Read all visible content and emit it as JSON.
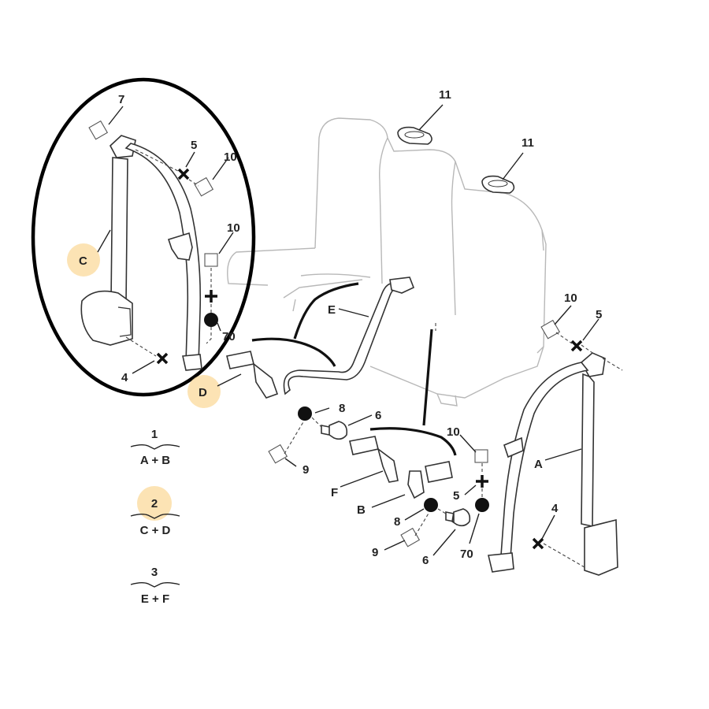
{
  "callouts": {
    "c7": "7",
    "c5a": "5",
    "c10a": "10",
    "c10b": "10",
    "c70a": "70",
    "c4a": "4",
    "cC": "C",
    "cD": "D",
    "cE": "E",
    "c11a": "11",
    "c11b": "11",
    "c8a": "8",
    "c6a": "6",
    "c9a": "9",
    "cF": "F",
    "cB": "B",
    "c10c": "10",
    "c5b": "5",
    "c8b": "8",
    "c9b": "9",
    "c6b": "6",
    "c70b": "70",
    "cA": "A",
    "c4b": "4",
    "c10d": "10",
    "c5c": "5"
  },
  "kits": [
    {
      "number": "1",
      "parts": "A + B",
      "highlighted": false
    },
    {
      "number": "2",
      "parts": "C + D",
      "highlighted": true
    },
    {
      "number": "3",
      "parts": "E + F",
      "highlighted": false
    }
  ],
  "colors": {
    "highlight": "#fbd99b",
    "outline": "#000000"
  }
}
